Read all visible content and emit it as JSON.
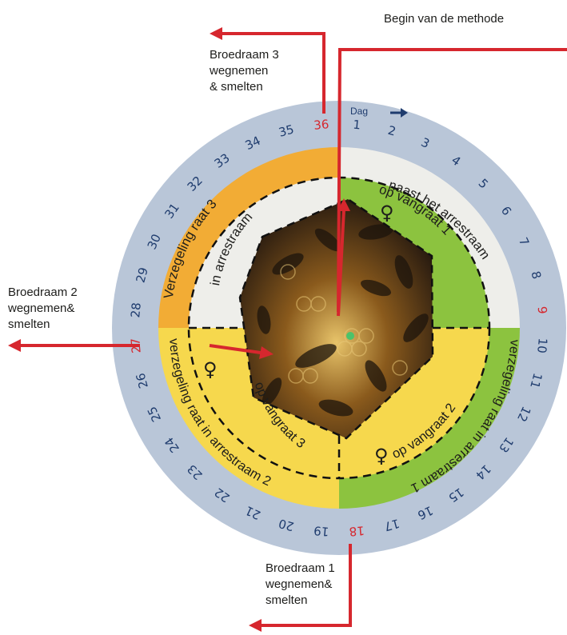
{
  "annotations": {
    "begin": "Begin van de methode",
    "top": [
      "Broedraam 3",
      "wegnemen",
      "& smelten"
    ],
    "left": [
      "Broedraam 2",
      "wegnemen&",
      "smelten"
    ],
    "bottom": [
      "Broedraam 1",
      "wegnemen&",
      "smelten"
    ]
  },
  "dial": {
    "dag_label": "Dag",
    "days": [
      "1",
      "2",
      "3",
      "4",
      "5",
      "6",
      "7",
      "8",
      "9",
      "10",
      "11",
      "12",
      "13",
      "14",
      "15",
      "16",
      "17",
      "18",
      "19",
      "20",
      "21",
      "22",
      "23",
      "24",
      "25",
      "26",
      "27",
      "28",
      "29",
      "30",
      "31",
      "32",
      "33",
      "34",
      "35",
      "36"
    ],
    "red_days": [
      "9",
      "18",
      "27",
      "36"
    ]
  },
  "sectors": {
    "outer_right_top": "naast het arrestraam",
    "outer_right_bottom": "verzegeling raat in arrestraam 1",
    "outer_left_bottom": "verzegeling raat in arrestraam 2",
    "outer_left_top": "Verzegeling raat 3",
    "inner_right_top": "op vangraat 1",
    "inner_right_bottom": "op vangraat 2",
    "inner_left_bottom": "op vangraat 3",
    "inner_left_top": "in arrestraam"
  },
  "queen_symbol": "♀",
  "colors": {
    "ring": "#b9c6d8",
    "orange": "#f2ac35",
    "yellow": "#f6d84d",
    "green": "#8cc33f",
    "light": "#eeeeea",
    "arrow": "#d6272e",
    "day_number": "#1f3c6e"
  }
}
